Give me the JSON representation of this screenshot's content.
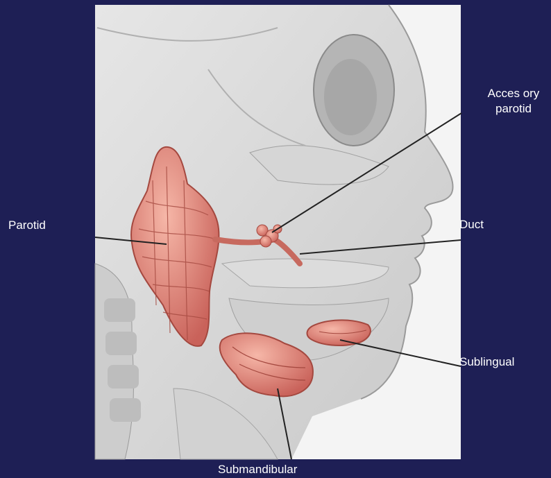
{
  "labels": {
    "accessory_parotid": [
      "Acces ory",
      "parotid"
    ],
    "parotid": "Parotid",
    "duct": "Duct",
    "sublingual": "Sublingual",
    "submandibular": "Submandibular"
  },
  "colors": {
    "background": "#1e1f55",
    "panel": "#f2f2f2",
    "gland": "#e9877a",
    "gland_dark": "#b8534a",
    "leader_line": "#222222"
  }
}
